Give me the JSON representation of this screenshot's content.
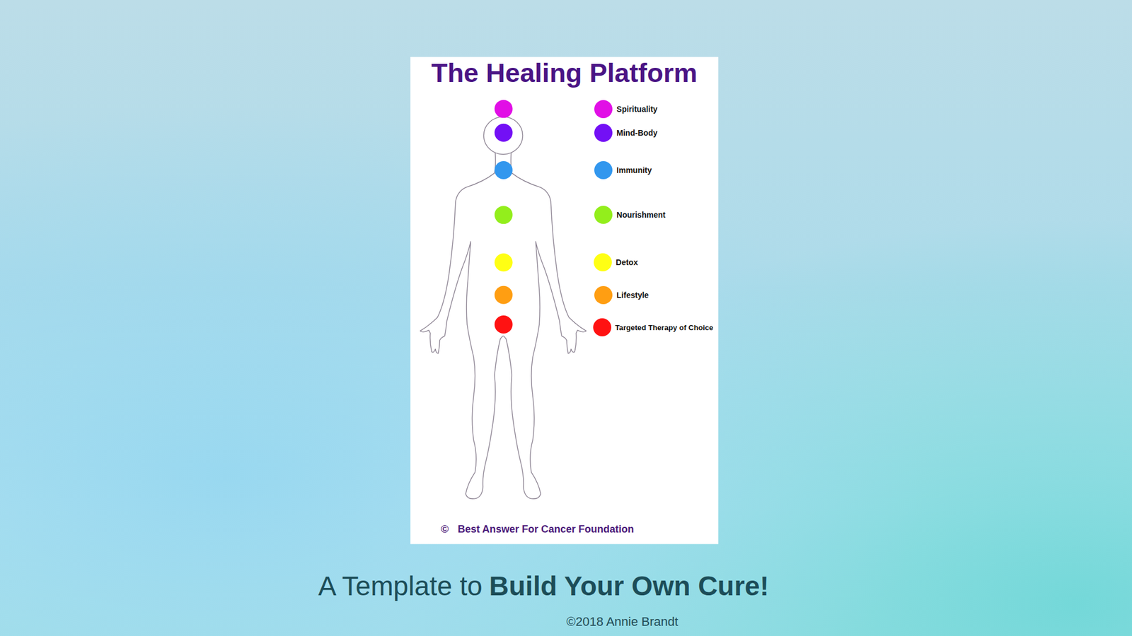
{
  "diagram": {
    "title": "The Healing Platform",
    "labels": [
      "©",
      "Best Answer For Cancer Foundation",
      "A Template to",
      "Build Your Own Cure!",
      "©2018 Annie Brandt"
    ],
    "legend": [
      {
        "text": "Spirituality",
        "color": "#e10fe6"
      },
      {
        "text": "Mind-Body",
        "color": "#7310f5"
      },
      {
        "text": "Immunity",
        "color": "#3297ee"
      },
      {
        "text": "Nourishment",
        "color": "#93ee1c"
      },
      {
        "text": "Detox",
        "color": "#ffff14"
      },
      {
        "text": "Lifestyle",
        "color": "#ff9e12"
      },
      {
        "text": "Targeted Therapy of Choice",
        "color": "#ff1212"
      }
    ]
  }
}
